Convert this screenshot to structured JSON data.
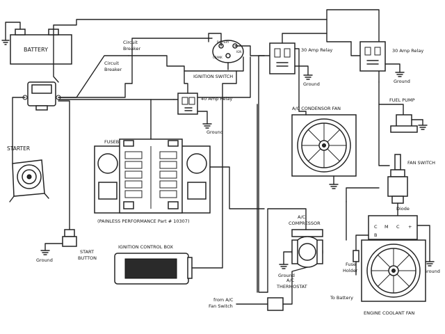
{
  "labels": {
    "battery": "BATTERY",
    "circuit_breaker_1": "Circuit",
    "circuit_breaker_2": "Breaker",
    "circuit_breaker2_1": "Circuit",
    "circuit_breaker2_2": "Breaker",
    "ignition_switch": "IGNITION SWITCH",
    "ign_battery": "BATTERY",
    "ign_crank": "CRANK",
    "ign_ign": "IGN",
    "relay_40": "40 Amp Relay",
    "relay_30_a": "30 Amp Relay",
    "relay_30_b": "30 Amp Relay",
    "ground": "Ground",
    "starter": "STARTER",
    "fuseblock": "FUSEBLOCK",
    "painless": "(PAINLESS PERFORMANCE Part # 10307)",
    "ac_condenser_fan": "A/C CONDENSOR FAN",
    "fuel_pump": "FUEL PUMP",
    "fan_switch": "FAN SWITCH",
    "diode": "Diode",
    "fs_c": "C",
    "fs_m": "M",
    "fs_c2": "C",
    "fs_plus": "+",
    "fs_b": "B",
    "ignition_control_box": "IGNITION CONTROL BOX",
    "ac_compressor_1": "A/C",
    "ac_compressor_2": "COMPRESSOR",
    "start_button_1": "START",
    "start_button_2": "BUTTON",
    "from_ac_1": "from A/C",
    "from_ac_2": "Fan Switch",
    "ac_thermostat_1": "A/C",
    "ac_thermostat_2": "THERMOSTAT",
    "fuse_holder_1": "Fuse",
    "fuse_holder_2": "Holder",
    "to_battery": "To Battery",
    "engine_coolant_fan": "ENGINE COOLANT FAN"
  },
  "icons": [
    "ground-symbol-icon",
    "fan-icon",
    "relay-icon",
    "switch-icon"
  ],
  "colors": {
    "ink": "#222222",
    "paper": "#ffffff"
  }
}
